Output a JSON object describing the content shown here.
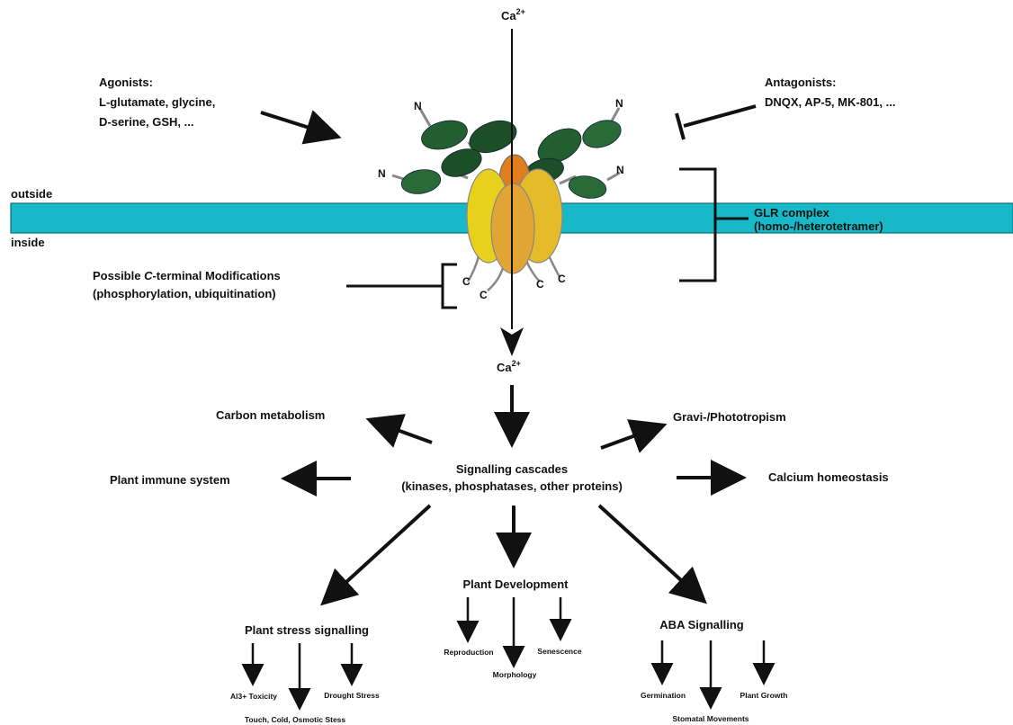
{
  "ion_top": {
    "base": "Ca",
    "sup": "2+"
  },
  "ion_bottom": {
    "base": "Ca",
    "sup": "2+"
  },
  "agonists": {
    "title": "Agonists:",
    "line1": "L-glutamate, glycine,",
    "line2": "D-serine, GSH, ..."
  },
  "antagonists": {
    "title": "Antagonists:",
    "line1": "DNQX, AP-5, MK-801, ..."
  },
  "membrane": {
    "outside": "outside",
    "inside": "inside",
    "color": "#17b9c8"
  },
  "glr_complex": {
    "line1": "GLR complex",
    "line2": "(homo-/heterotetramer)"
  },
  "c_terminal": {
    "line1_pre": "Possible ",
    "line1_italic": "C",
    "line1_post": "-terminal Modifications",
    "line2": "(phosphorylation, ubiquitination)"
  },
  "terminal_letters": {
    "n": "N",
    "c": "C"
  },
  "signalling": {
    "line1": "Signalling cascades",
    "line2": "(kinases, phosphatases, other proteins)"
  },
  "outputs": {
    "carbon": "Carbon metabolism",
    "immune": "Plant immune system",
    "gravi": "Gravi-/Phototropism",
    "calcium": "Calcium homeostasis"
  },
  "stress": {
    "title": "Plant stress signalling",
    "items": [
      "Al3+ Toxicity",
      "Touch, Cold, Osmotic Stess",
      "Drought Stress"
    ]
  },
  "development": {
    "title": "Plant Development",
    "items": [
      "Reproduction",
      "Morphology",
      "Senescence"
    ]
  },
  "aba": {
    "title": "ABA Signalling",
    "items": [
      "Germination",
      "Stomatal Movements",
      "Plant Growth"
    ]
  },
  "colors": {
    "domain_dark": "#1f5a2c",
    "subunit_yellow": "#e8d11c",
    "subunit_orange": "#e0a532",
    "subunit_gold": "#e6bb2a"
  }
}
